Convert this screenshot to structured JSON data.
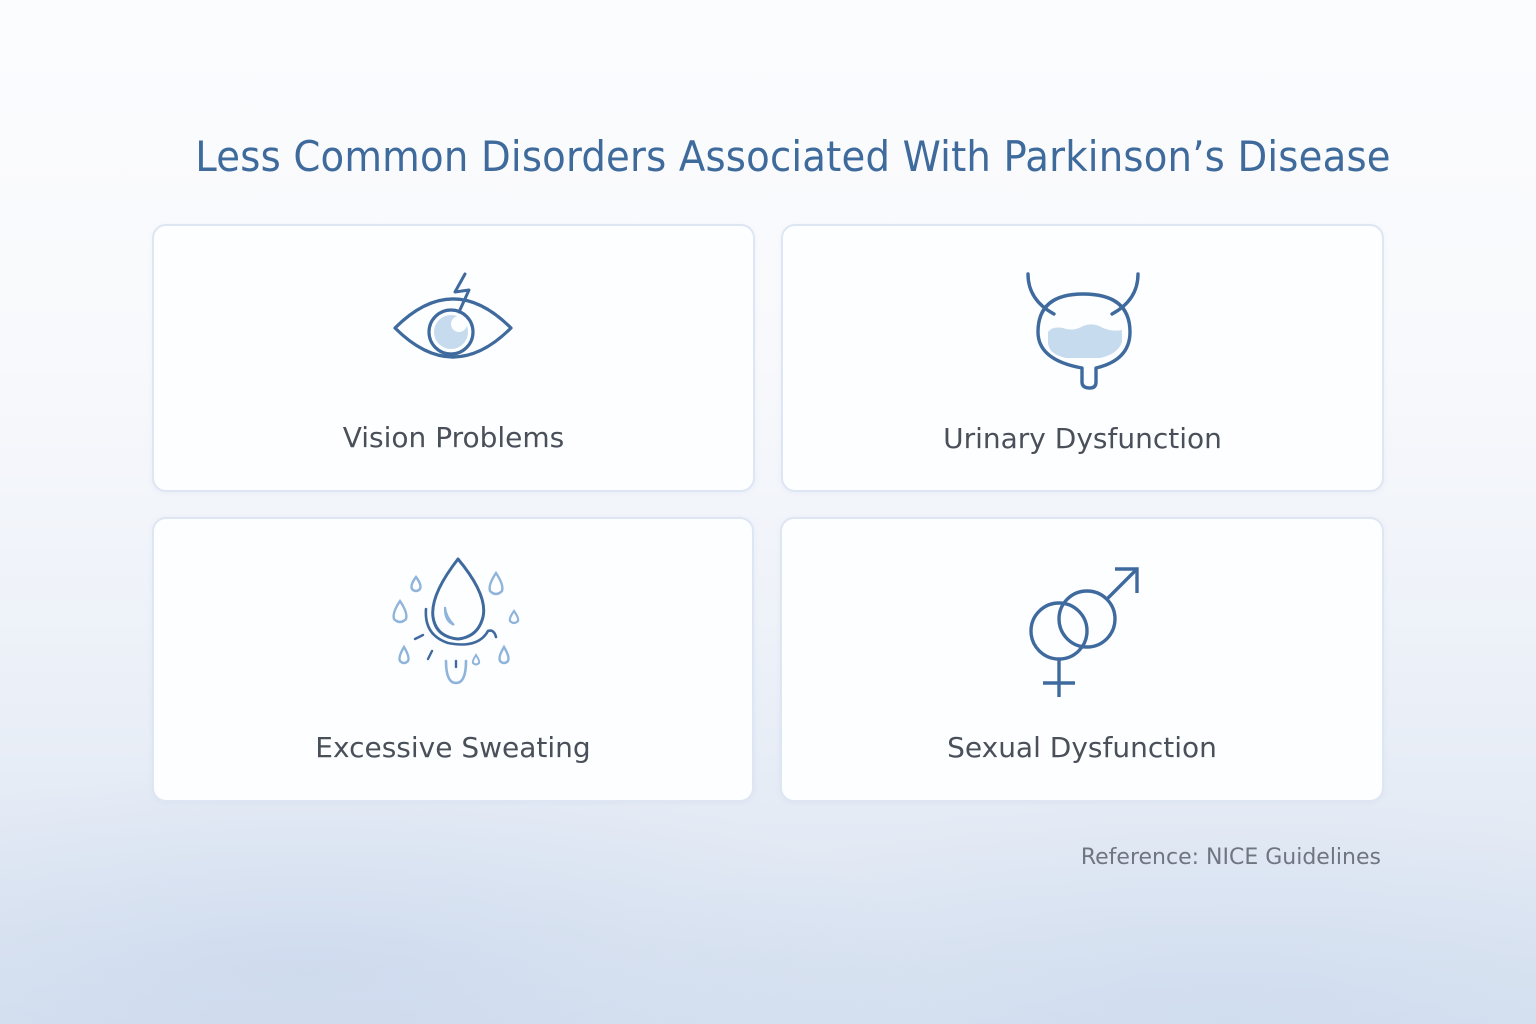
{
  "page": {
    "title": "Less Common Disorders Associated With Parkinson’s Disease",
    "reference": "Reference: NICE Guidelines"
  },
  "colors": {
    "title": "#3e6a9c",
    "icon_stroke": "#3f6a9e",
    "icon_fill": "#c6dbee",
    "label": "#4a505a",
    "card_border": "#dde6f2"
  },
  "cards": [
    {
      "label": "Vision Problems",
      "icon": "eye-with-lightning-icon"
    },
    {
      "label": "Urinary Dysfunction",
      "icon": "bladder-icon"
    },
    {
      "label": "Excessive Sweating",
      "icon": "sweat-droplets-icon"
    },
    {
      "label": "Sexual Dysfunction",
      "icon": "gender-symbols-icon"
    }
  ]
}
